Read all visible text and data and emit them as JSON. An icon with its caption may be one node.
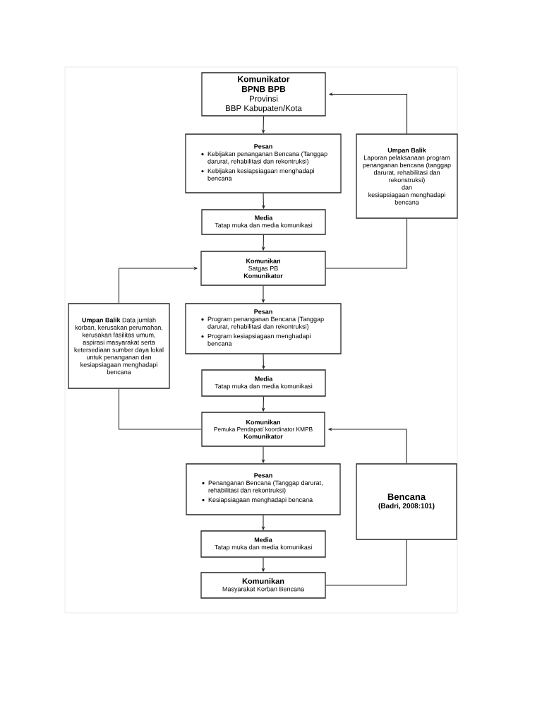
{
  "diagram": {
    "nodes": [
      {
        "text": [
          "Komunikator",
          "BPNB BPB",
          "Provinsi",
          "BBP Kabupaten/Kota"
        ]
      },
      {
        "text": [
          "Pesan",
          "Kebijakan penanganan Bencana (Tanggap darurat, rehabilitasi dan rekontruksi)",
          "Kebijakan kesiapsiagaan menghadapi bencana"
        ]
      },
      {
        "text": [
          "Media",
          "Tatap muka dan media komunikasi"
        ]
      },
      {
        "text": [
          "Umpan Balik",
          "Laporan pelaksanaan program penanganan bencana (tanggap darurat, rehabilitasi dan rekonstruksi)",
          "dan",
          "kesiapsiagaan menghadapi bencana"
        ]
      },
      {
        "text": [
          "Komunikan",
          "Satgas PB",
          "Komunikator"
        ]
      },
      {
        "text": [
          "**Umpan Balik** Data jumlah korban, kerusakan perumahan, kerusakan fasilitas umum, aspirasi masyarakat serta ketersediaan sumber daya lokal untuk penanganan dan kesiapsiagaan menghadapi bencana"
        ]
      },
      {
        "text": [
          "Pesan",
          "Program penanganan Bencana (Tanggap darurat, rehabilitasi dan rekontruksi)",
          "Program kesiapsiagaan menghadapi bencana"
        ]
      },
      {
        "text": [
          "Media",
          "Tatap muka dan media komunikasi"
        ]
      },
      {
        "text": [
          "Komunikan",
          "Pemuka Pendapat/ koordinator KMPB",
          "Komunikator"
        ]
      },
      {
        "text": [
          "Pesan",
          "Penanganan Bencana (Tanggap darurat, rehabilitasi dan rekontruksi)",
          "Kesiapsiagaan menghadapi bencana"
        ]
      },
      {
        "text": [
          "Media",
          "Tatap muka dan media komunikasi"
        ]
      },
      {
        "text": [
          "Bencana",
          "(Badri, 2008:101)"
        ]
      },
      {
        "text": [
          "Komunikan",
          "Masyarakat Korban Bencana"
        ]
      }
    ],
    "edges": [
      {
        "from": 0,
        "to": 1,
        "arrow": "to"
      },
      {
        "from": 1,
        "to": 2,
        "arrow": "to"
      },
      {
        "from": 2,
        "to": 4,
        "arrow": "to"
      },
      {
        "from": 4,
        "to": 3,
        "arrow": "none"
      },
      {
        "from": 3,
        "to": 0,
        "arrow": "to"
      },
      {
        "from": 4,
        "to": 6,
        "arrow": "to"
      },
      {
        "from": 6,
        "to": 7,
        "arrow": "to"
      },
      {
        "from": 7,
        "to": 8,
        "arrow": "to"
      },
      {
        "from": 8,
        "to": 5,
        "arrow": "none"
      },
      {
        "from": 5,
        "to": 4,
        "arrow": "to"
      },
      {
        "from": 8,
        "to": 9,
        "arrow": "to"
      },
      {
        "from": 9,
        "to": 10,
        "arrow": "to"
      },
      {
        "from": 10,
        "to": 12,
        "arrow": "to"
      },
      {
        "from": 12,
        "to": 11,
        "arrow": "none"
      },
      {
        "from": 11,
        "to": 8,
        "arrow": "to"
      }
    ]
  }
}
